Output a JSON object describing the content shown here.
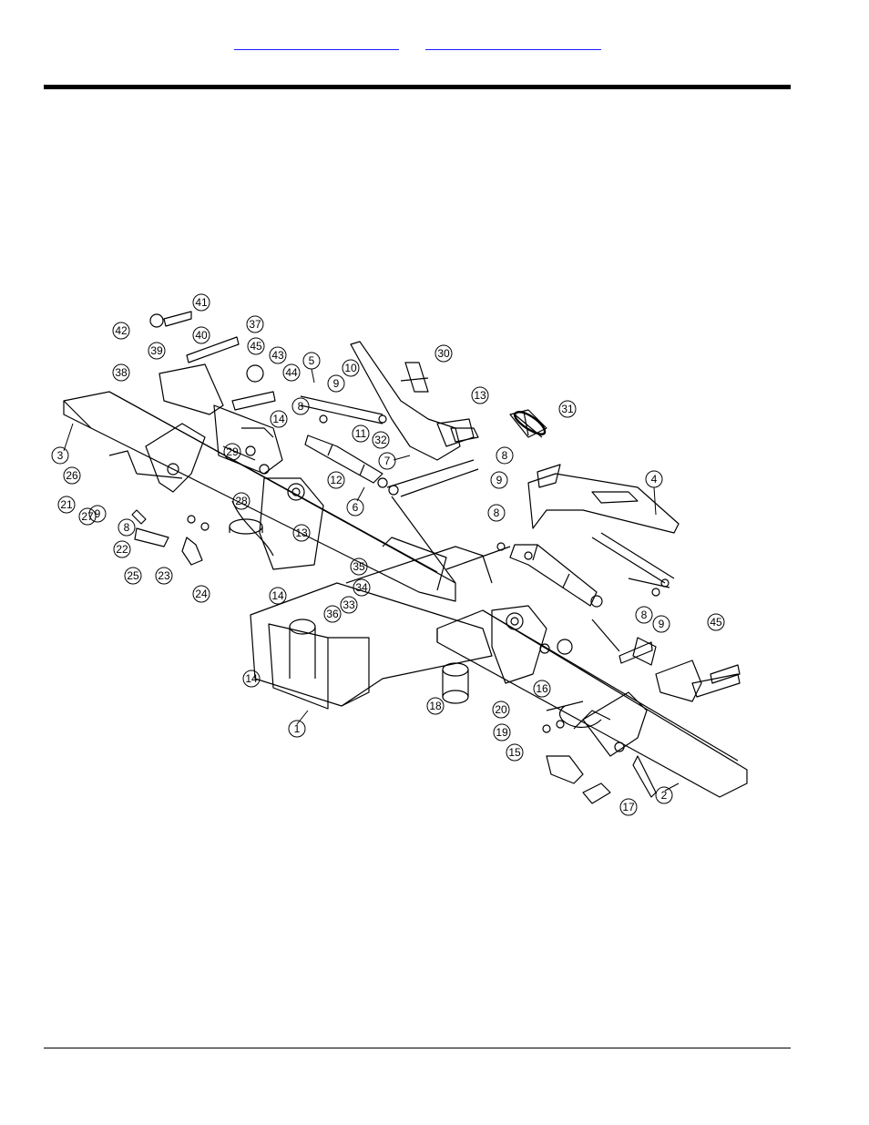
{
  "header": {
    "link_1": "",
    "link_2": ""
  },
  "diagram": {
    "callouts": [
      "1",
      "2",
      "3",
      "4",
      "5",
      "6",
      "7",
      "8",
      "9",
      "10",
      "11",
      "12",
      "13",
      "14",
      "15",
      "16",
      "17",
      "18",
      "19",
      "20",
      "21",
      "22",
      "23",
      "24",
      "25",
      "26",
      "27",
      "28",
      "29",
      "30",
      "31",
      "32",
      "33",
      "34",
      "35",
      "36",
      "37",
      "38",
      "39",
      "40",
      "41",
      "42",
      "43",
      "44",
      "45"
    ]
  }
}
